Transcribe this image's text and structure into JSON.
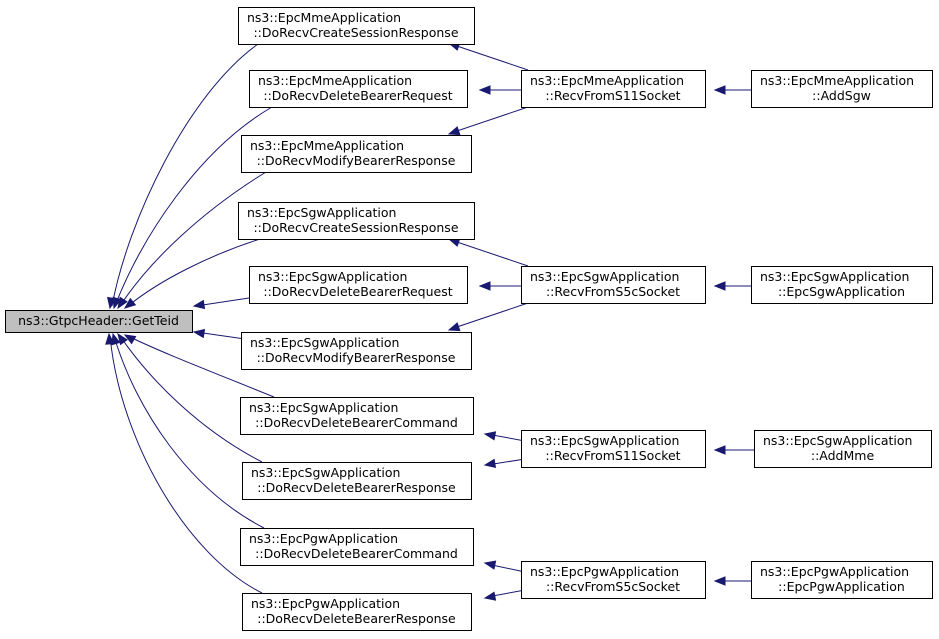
{
  "graph": {
    "nodes": {
      "root": [
        "ns3::GtpcHeader::GetTeid"
      ],
      "mme_create": [
        "ns3::EpcMmeApplication",
        "::DoRecvCreateSessionResponse"
      ],
      "mme_delreq": [
        "ns3::EpcMmeApplication",
        "::DoRecvDeleteBearerRequest"
      ],
      "mme_modify": [
        "ns3::EpcMmeApplication",
        "::DoRecvModifyBearerResponse"
      ],
      "sgw_create": [
        "ns3::EpcSgwApplication",
        "::DoRecvCreateSessionResponse"
      ],
      "sgw_delreq": [
        "ns3::EpcSgwApplication",
        "::DoRecvDeleteBearerRequest"
      ],
      "sgw_modify": [
        "ns3::EpcSgwApplication",
        "::DoRecvModifyBearerResponse"
      ],
      "sgw_delcmd": [
        "ns3::EpcSgwApplication",
        "::DoRecvDeleteBearerCommand"
      ],
      "sgw_delresp": [
        "ns3::EpcSgwApplication",
        "::DoRecvDeleteBearerResponse"
      ],
      "pgw_delcmd": [
        "ns3::EpcPgwApplication",
        "::DoRecvDeleteBearerCommand"
      ],
      "pgw_delresp": [
        "ns3::EpcPgwApplication",
        "::DoRecvDeleteBearerResponse"
      ],
      "mme_recv": [
        "ns3::EpcMmeApplication",
        "::RecvFromS11Socket"
      ],
      "sgw_recv_s5c": [
        "ns3::EpcSgwApplication",
        "::RecvFromS5cSocket"
      ],
      "sgw_recv_s11": [
        "ns3::EpcSgwApplication",
        "::RecvFromS11Socket"
      ],
      "pgw_recv": [
        "ns3::EpcPgwApplication",
        "::RecvFromS5cSocket"
      ],
      "mme_addsgw": [
        "ns3::EpcMmeApplication",
        "::AddSgw"
      ],
      "sgw_ctor": [
        "ns3::EpcSgwApplication",
        "::EpcSgwApplication"
      ],
      "sgw_addmme": [
        "ns3::EpcSgwApplication",
        "::AddMme"
      ],
      "pgw_ctor": [
        "ns3::EpcPgwApplication",
        "::EpcPgwApplication"
      ]
    },
    "edges": [
      [
        "mme_create",
        "root"
      ],
      [
        "mme_delreq",
        "root"
      ],
      [
        "mme_modify",
        "root"
      ],
      [
        "sgw_create",
        "root"
      ],
      [
        "sgw_delreq",
        "root"
      ],
      [
        "sgw_modify",
        "root"
      ],
      [
        "sgw_delcmd",
        "root"
      ],
      [
        "sgw_delresp",
        "root"
      ],
      [
        "pgw_delcmd",
        "root"
      ],
      [
        "pgw_delresp",
        "root"
      ],
      [
        "mme_recv",
        "mme_create"
      ],
      [
        "mme_recv",
        "mme_delreq"
      ],
      [
        "mme_recv",
        "mme_modify"
      ],
      [
        "sgw_recv_s5c",
        "sgw_create"
      ],
      [
        "sgw_recv_s5c",
        "sgw_delreq"
      ],
      [
        "sgw_recv_s5c",
        "sgw_modify"
      ],
      [
        "sgw_recv_s11",
        "sgw_delcmd"
      ],
      [
        "sgw_recv_s11",
        "sgw_delresp"
      ],
      [
        "pgw_recv",
        "pgw_delcmd"
      ],
      [
        "pgw_recv",
        "pgw_delresp"
      ],
      [
        "mme_addsgw",
        "mme_recv"
      ],
      [
        "sgw_ctor",
        "sgw_recv_s5c"
      ],
      [
        "sgw_addmme",
        "sgw_recv_s11"
      ],
      [
        "pgw_ctor",
        "pgw_recv"
      ]
    ],
    "colors": {
      "edge": "#191970",
      "root_fill": "#bfbfbf",
      "node_fill": "#ffffff",
      "border": "#000000"
    }
  }
}
